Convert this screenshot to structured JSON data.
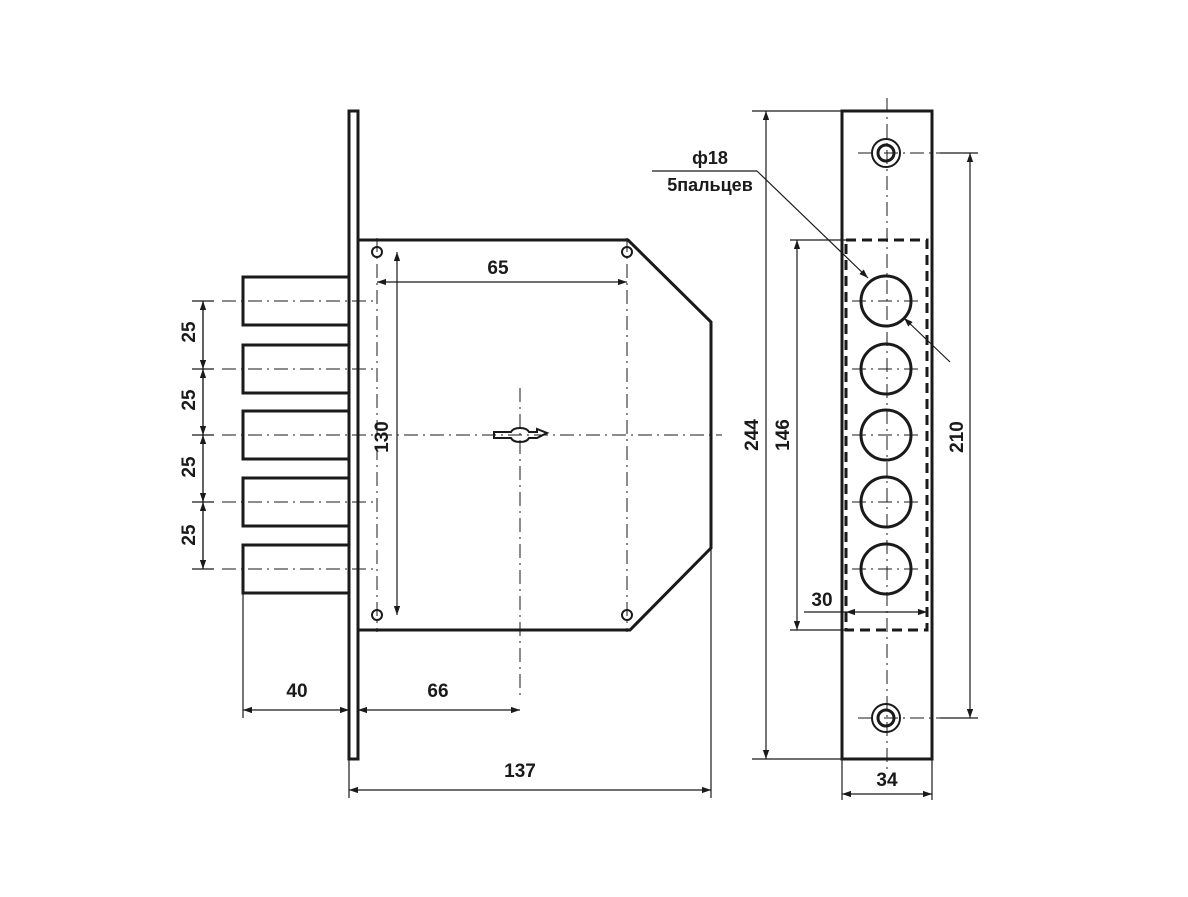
{
  "dimensions": {
    "bolt_pitch": [
      "25",
      "25",
      "25",
      "25"
    ],
    "fixing_hole_spacing_h": "65",
    "fixing_hole_spacing_v": "130",
    "bolt_throw": "40",
    "backset": "66",
    "case_depth": "137",
    "strike_length": "244",
    "strike_hole_spacing": "210",
    "bolt_zone_length": "146",
    "bolt_zone_width": "30",
    "strike_width": "34"
  },
  "note": {
    "diameter": "ф18",
    "count": "5пальцев"
  }
}
